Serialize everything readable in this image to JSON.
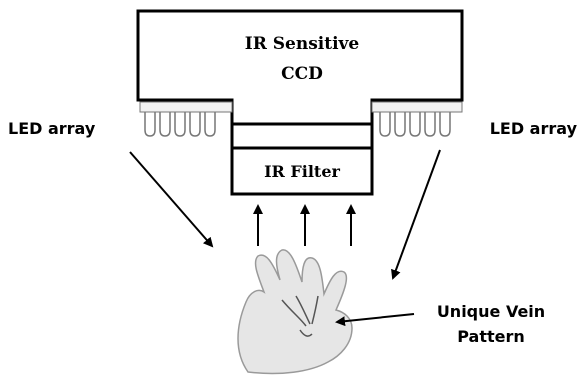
{
  "diagram": {
    "ccd_label_line1": "IR Sensitive",
    "ccd_label_line2": "CCD",
    "filter_label": "IR Filter",
    "led_left_label": "LED array",
    "led_right_label": "LED array",
    "vein_label_line1": "Unique Vein",
    "vein_label_line2": "Pattern"
  },
  "colors": {
    "stroke": "#000000",
    "background": "#ffffff",
    "hand_fill": "#e6e6e6",
    "hand_stroke": "#9a9a9a"
  }
}
